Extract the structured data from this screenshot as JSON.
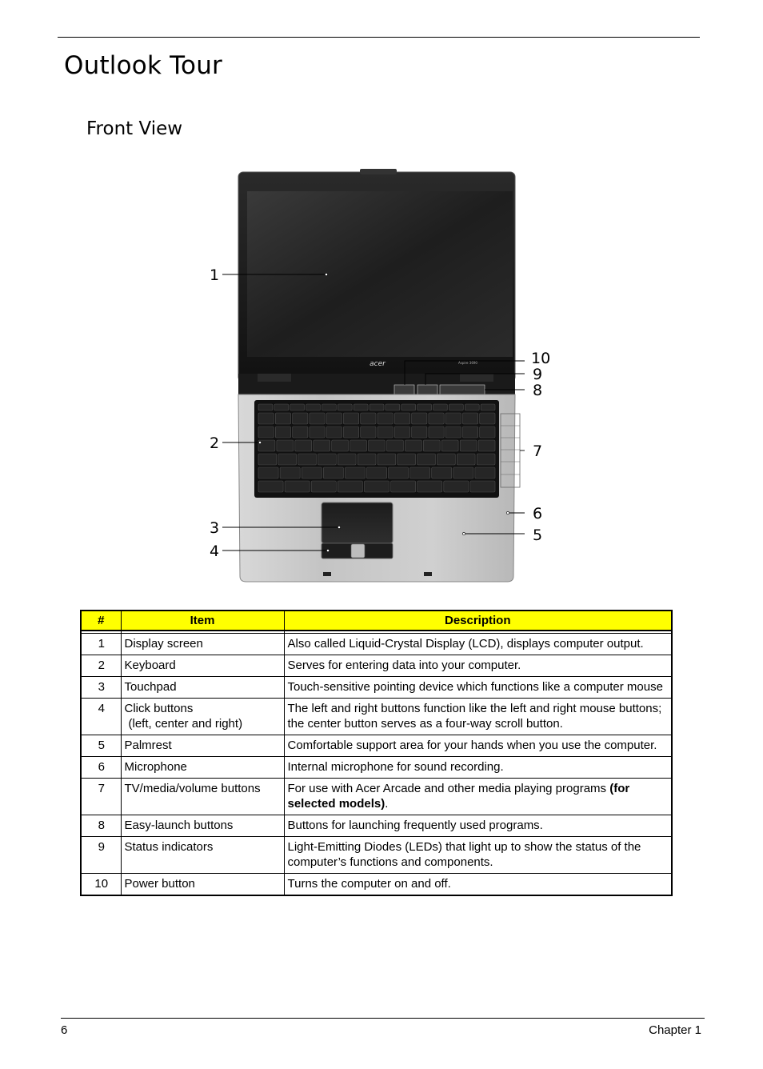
{
  "page": {
    "title": "Outlook Tour",
    "section": "Front View"
  },
  "figure": {
    "brand": "acer",
    "model": "Aspire 3690",
    "callouts": [
      "1",
      "2",
      "3",
      "4",
      "5",
      "6",
      "7",
      "8",
      "9",
      "10"
    ]
  },
  "table": {
    "headers": [
      "#",
      "Item",
      "Description"
    ],
    "rows": [
      {
        "num": "1",
        "item": "Display screen",
        "item_sub": "",
        "desc": "Also called Liquid-Crystal Display (LCD), displays computer output.",
        "desc_bold": "",
        "desc_end": ""
      },
      {
        "num": "2",
        "item": "Keyboard",
        "item_sub": "",
        "desc": "Serves for entering data into your computer.",
        "desc_bold": "",
        "desc_end": ""
      },
      {
        "num": "3",
        "item": "Touchpad",
        "item_sub": "",
        "desc": "Touch-sensitive pointing device which functions like a computer mouse",
        "desc_bold": "",
        "desc_end": ""
      },
      {
        "num": "4",
        "item": "Click buttons",
        "item_sub": "(left, center and right)",
        "desc": "The left and right buttons function like the left and right mouse buttons; the center button serves as a four-way scroll button.",
        "desc_bold": "",
        "desc_end": ""
      },
      {
        "num": "5",
        "item": "Palmrest",
        "item_sub": "",
        "desc": "Comfortable support area for your hands when you use the computer.",
        "desc_bold": "",
        "desc_end": ""
      },
      {
        "num": "6",
        "item": "Microphone",
        "item_sub": "",
        "desc": "Internal microphone for sound recording.",
        "desc_bold": "",
        "desc_end": ""
      },
      {
        "num": "7",
        "item": "TV/media/volume buttons",
        "item_sub": "",
        "desc": "For use with Acer Arcade and other media playing programs ",
        "desc_bold": "(for selected models)",
        "desc_end": "."
      },
      {
        "num": "8",
        "item": "Easy-launch buttons",
        "item_sub": "",
        "desc": "Buttons for launching frequently used programs.",
        "desc_bold": "",
        "desc_end": ""
      },
      {
        "num": "9",
        "item": "Status indicators",
        "item_sub": "",
        "desc": "Light-Emitting Diodes (LEDs) that light up to show the status of the computer’s functions and components.",
        "desc_bold": "",
        "desc_end": ""
      },
      {
        "num": "10",
        "item": "Power button",
        "item_sub": "",
        "desc": "Turns the computer on and off.",
        "desc_bold": "",
        "desc_end": ""
      }
    ]
  },
  "footer": {
    "page_number": "6",
    "chapter": "Chapter 1"
  }
}
